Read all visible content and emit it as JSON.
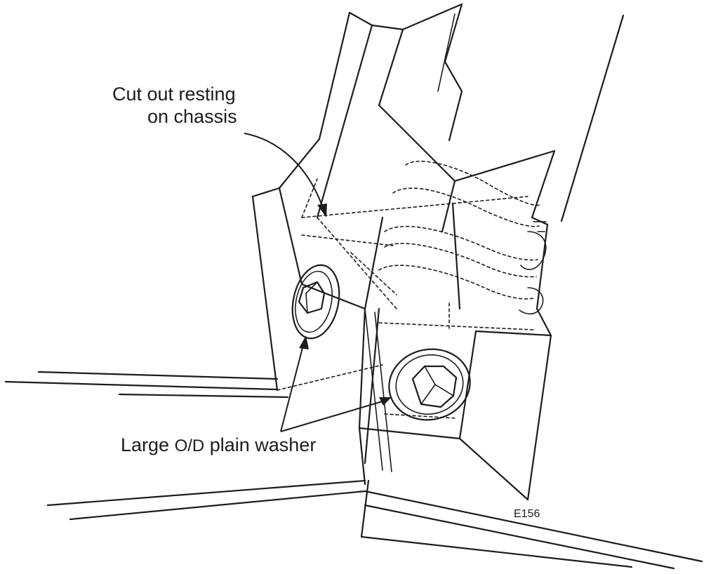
{
  "labels": {
    "cutout_line1": "Cut out resting",
    "cutout_line2": "on chassis",
    "washer_pre": "Large ",
    "washer_od": "O/D",
    "washer_post": " plain washer",
    "figure_code": "E156"
  },
  "colors": {
    "ink": "#1c1c1c",
    "paper": "#ffffff"
  }
}
